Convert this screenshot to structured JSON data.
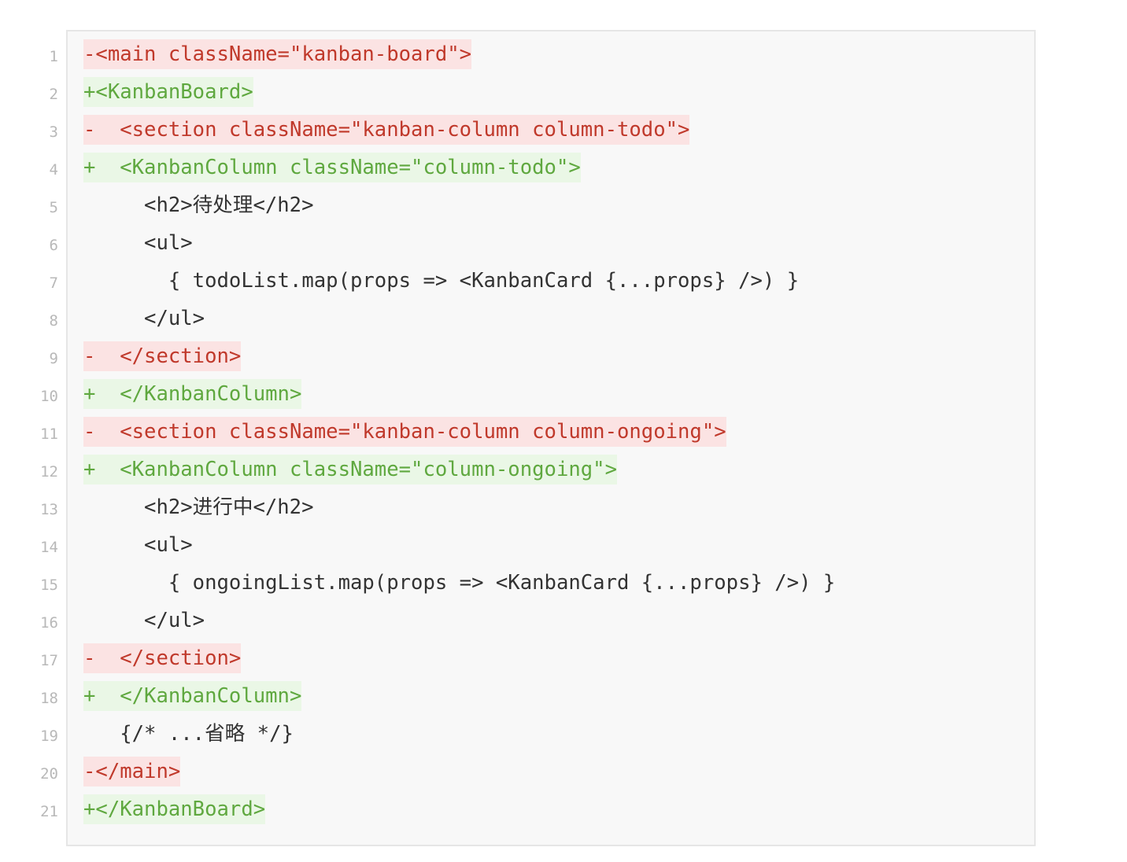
{
  "diff": {
    "lines": [
      {
        "num": "1",
        "type": "removed",
        "text": "-<main className=\"kanban-board\">"
      },
      {
        "num": "2",
        "type": "added",
        "text": "+<KanbanBoard>"
      },
      {
        "num": "3",
        "type": "removed",
        "text": "-  <section className=\"kanban-column column-todo\">"
      },
      {
        "num": "4",
        "type": "added",
        "text": "+  <KanbanColumn className=\"column-todo\">"
      },
      {
        "num": "5",
        "type": "context",
        "text": "     <h2>待处理</h2>"
      },
      {
        "num": "6",
        "type": "context",
        "text": "     <ul>"
      },
      {
        "num": "7",
        "type": "context",
        "text": "       { todoList.map(props => <KanbanCard {...props} />) }"
      },
      {
        "num": "8",
        "type": "context",
        "text": "     </ul>"
      },
      {
        "num": "9",
        "type": "removed",
        "text": "-  </section>"
      },
      {
        "num": "10",
        "type": "added",
        "text": "+  </KanbanColumn>"
      },
      {
        "num": "11",
        "type": "removed",
        "text": "-  <section className=\"kanban-column column-ongoing\">"
      },
      {
        "num": "12",
        "type": "added",
        "text": "+  <KanbanColumn className=\"column-ongoing\">"
      },
      {
        "num": "13",
        "type": "context",
        "text": "     <h2>进行中</h2>"
      },
      {
        "num": "14",
        "type": "context",
        "text": "     <ul>"
      },
      {
        "num": "15",
        "type": "context",
        "text": "       { ongoingList.map(props => <KanbanCard {...props} />) }"
      },
      {
        "num": "16",
        "type": "context",
        "text": "     </ul>"
      },
      {
        "num": "17",
        "type": "removed",
        "text": "-  </section>"
      },
      {
        "num": "18",
        "type": "added",
        "text": "+  </KanbanColumn>"
      },
      {
        "num": "19",
        "type": "context",
        "text": "   {/* ...省略 */}"
      },
      {
        "num": "20",
        "type": "removed",
        "text": "-</main>"
      },
      {
        "num": "21",
        "type": "added",
        "text": "+</KanbanBoard>"
      }
    ],
    "colors": {
      "removed_bg": "#fbe3e3",
      "removed_text": "#c0392b",
      "added_bg": "#eaf7e6",
      "added_text": "#5fa83f",
      "context_text": "#333333",
      "line_number": "#b8b8b8",
      "panel_bg": "#f8f8f8"
    }
  }
}
